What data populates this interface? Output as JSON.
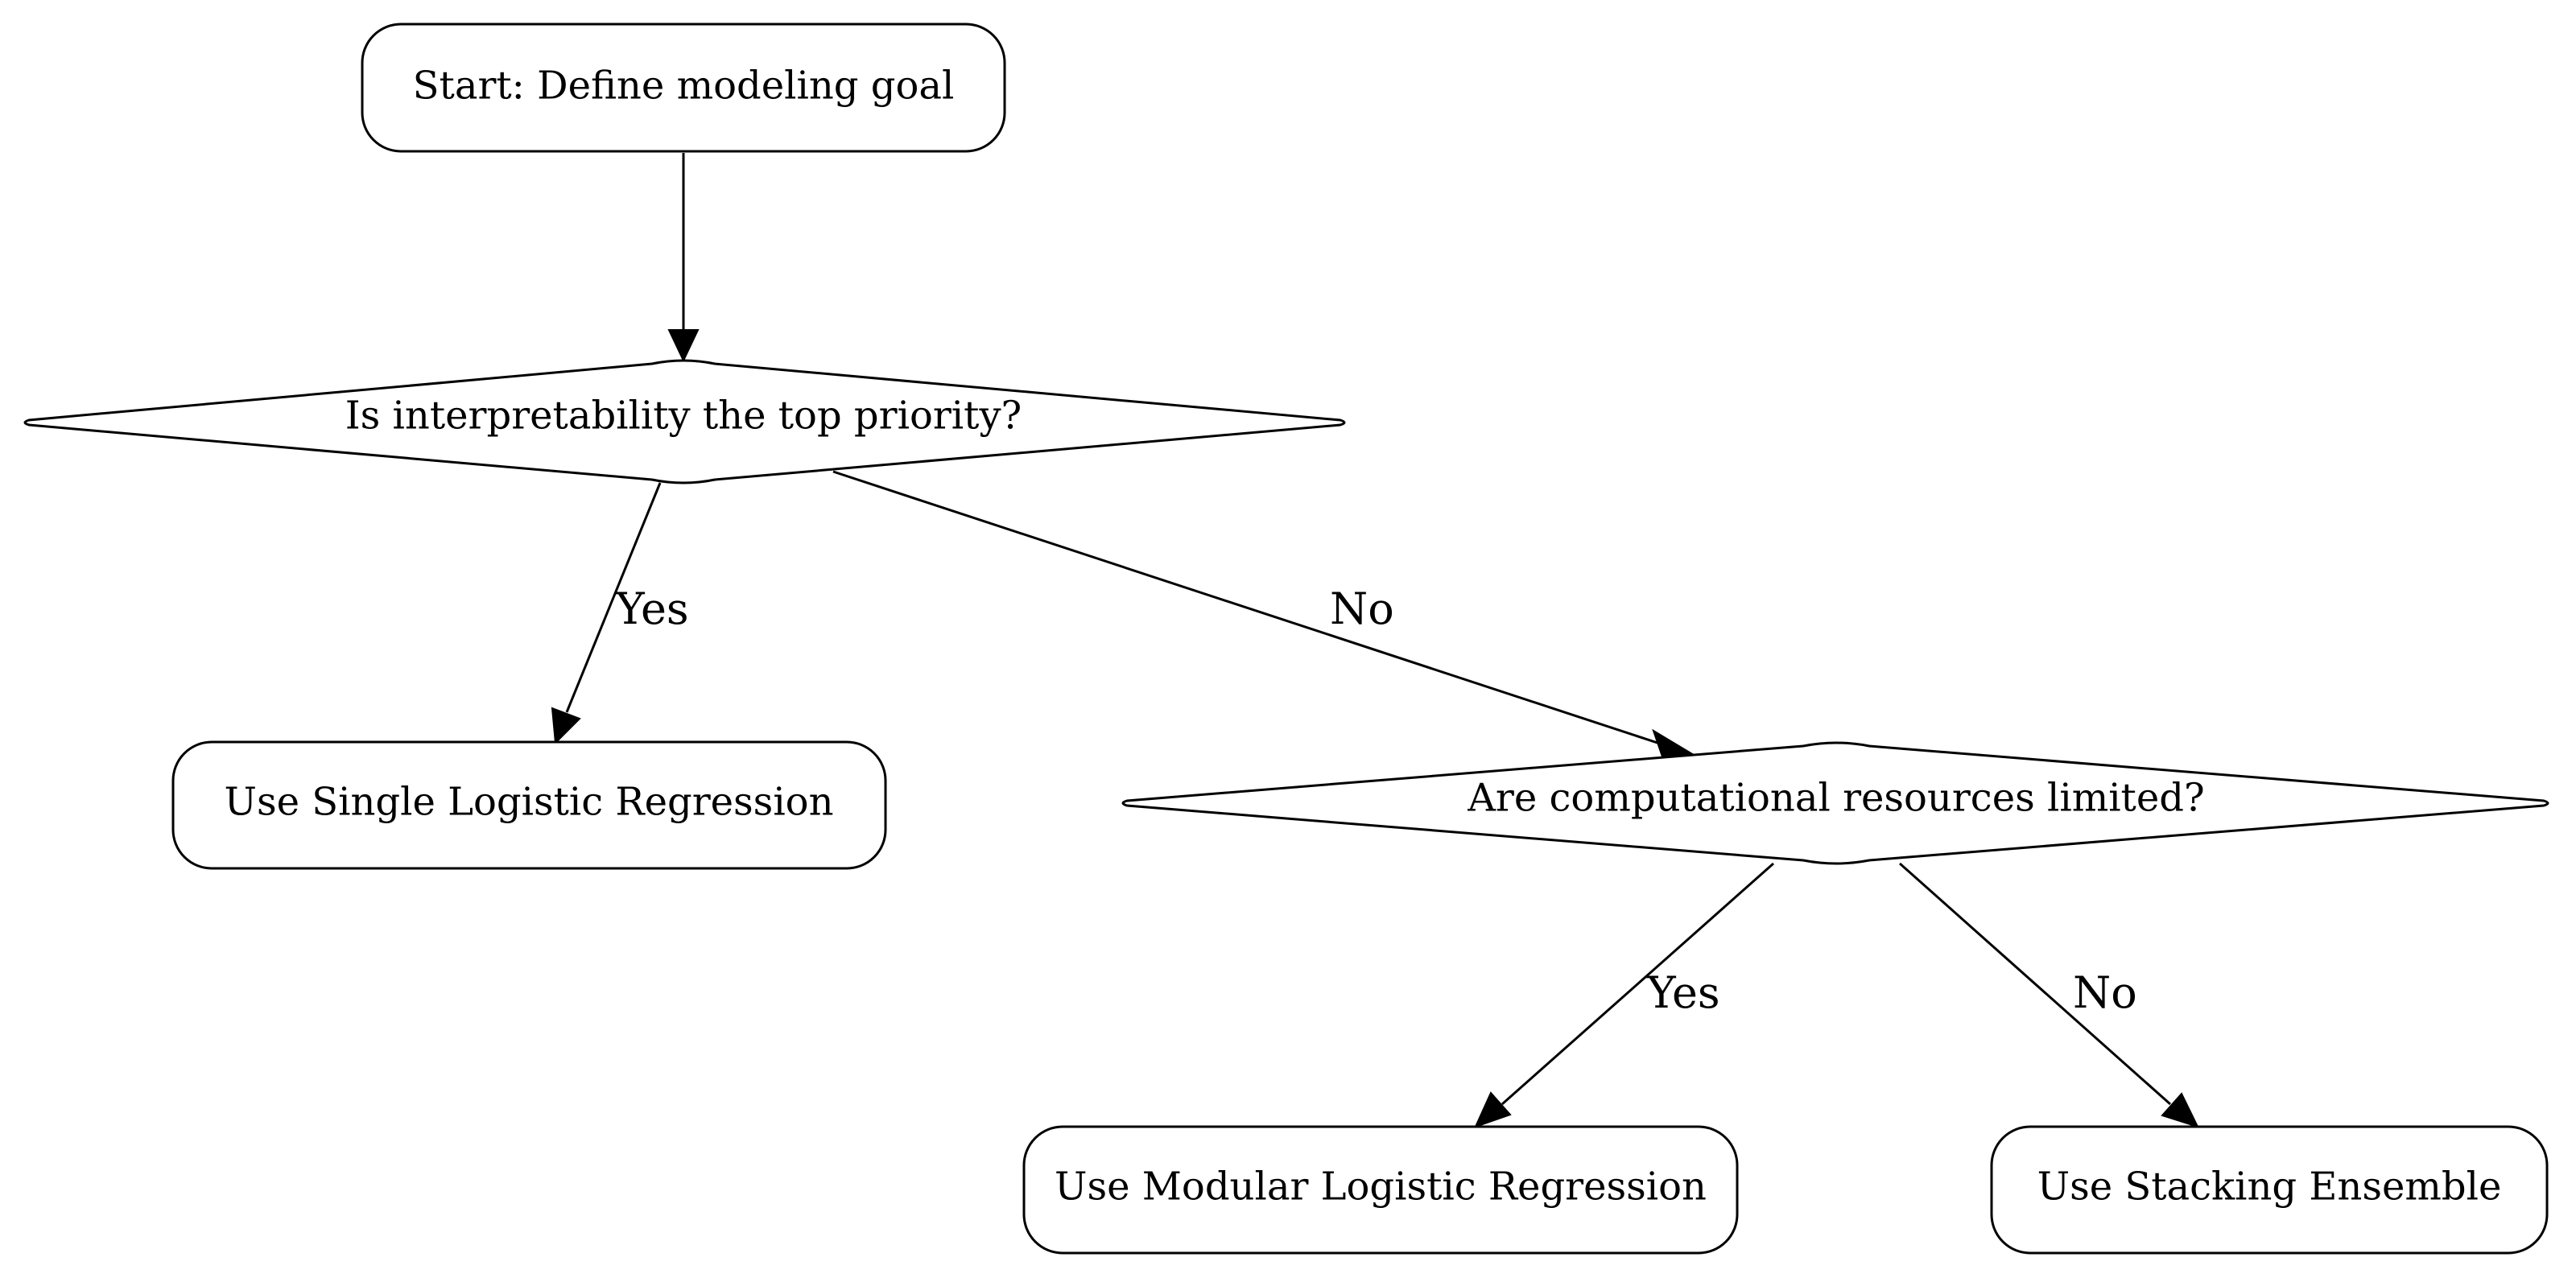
{
  "nodes": {
    "start": {
      "label": "Start: Define modeling goal"
    },
    "interpretability": {
      "label": "Is interpretability the top priority?"
    },
    "single_lr": {
      "label": "Use Single Logistic Regression"
    },
    "resources": {
      "label": "Are computational resources limited?"
    },
    "modular_lr": {
      "label": "Use Modular Logistic Regression"
    },
    "stacking": {
      "label": "Use Stacking Ensemble"
    }
  },
  "edges": {
    "interp_yes": {
      "label": "Yes"
    },
    "interp_no": {
      "label": "No"
    },
    "resources_yes": {
      "label": "Yes"
    },
    "resources_no": {
      "label": "No"
    }
  },
  "colors": {
    "stroke": "#000000",
    "fill": "#ffffff"
  }
}
